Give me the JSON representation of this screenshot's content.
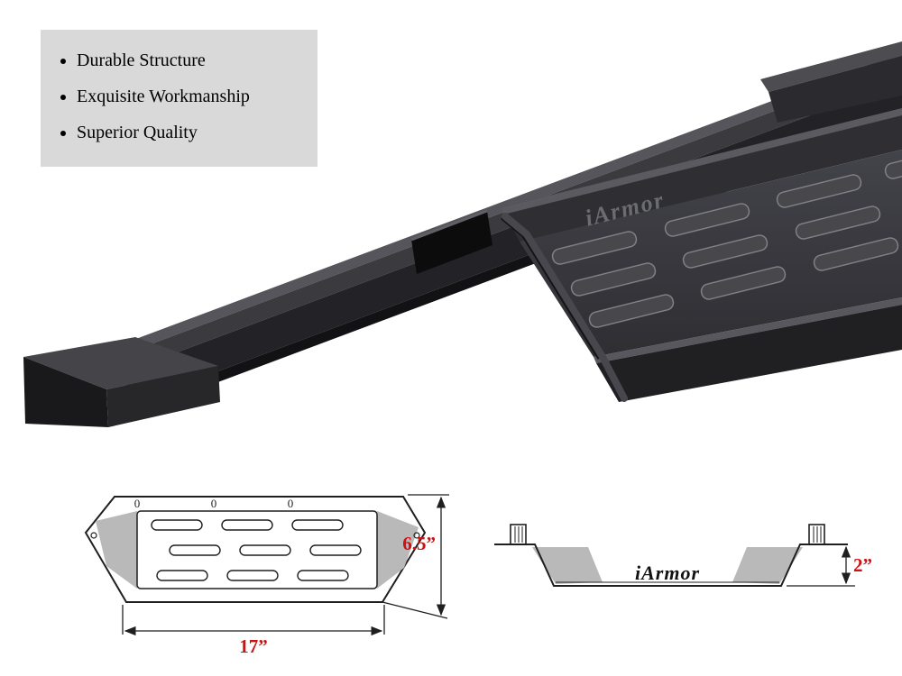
{
  "features_box": {
    "items": [
      "Durable Structure",
      "Exquisite Workmanship",
      "Superior Quality"
    ]
  },
  "product": {
    "brand_embossed": "iArmor",
    "body_color_dark": "#1a1a1c",
    "body_color_mid": "#323236",
    "body_color_light": "#55555b"
  },
  "top_view": {
    "bolt_hole_labels": [
      "0",
      "0",
      "0"
    ],
    "width_label": "17”",
    "depth_label": "6.5”"
  },
  "side_view": {
    "brand_label": "iArmor",
    "height_label": "2”"
  },
  "style": {
    "dimension_text_color": "#cc1212",
    "diagram_line_color": "#1f1f1f",
    "diagram_shade_color": "#b9b9b9",
    "features_box_bg": "#d9d9d9"
  }
}
